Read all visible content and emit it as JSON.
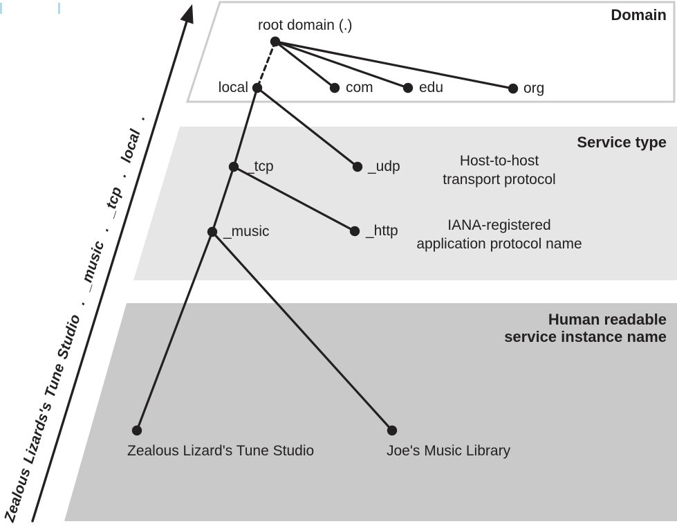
{
  "axis": {
    "label": "Zealous Lizards's Tune Studio  .  _music  .  _tcp  .  local  ."
  },
  "band_titles": {
    "domain": "Domain",
    "service_type": "Service type",
    "instance_line1": "Human readable",
    "instance_line2": "service instance name"
  },
  "nodes": {
    "root": "root domain (.)",
    "local": "local",
    "com": "com",
    "edu": "edu",
    "org": "org",
    "tcp": "_tcp",
    "udp": "_udp",
    "music": "_music",
    "http": "_http",
    "zealous": "Zealous Lizard's Tune Studio",
    "joes": "Joe's Music Library"
  },
  "annotations": {
    "transport_line1": "Host-to-host",
    "transport_line2": "transport protocol",
    "iana_line1": "IANA-registered",
    "iana_line2": "application protocol name"
  },
  "colors": {
    "ink": "#232021",
    "band_light": "#e6e6e6",
    "band_dark": "#c9c9c9",
    "domain_border": "#cccccc",
    "tick": "#b3d9e2"
  }
}
